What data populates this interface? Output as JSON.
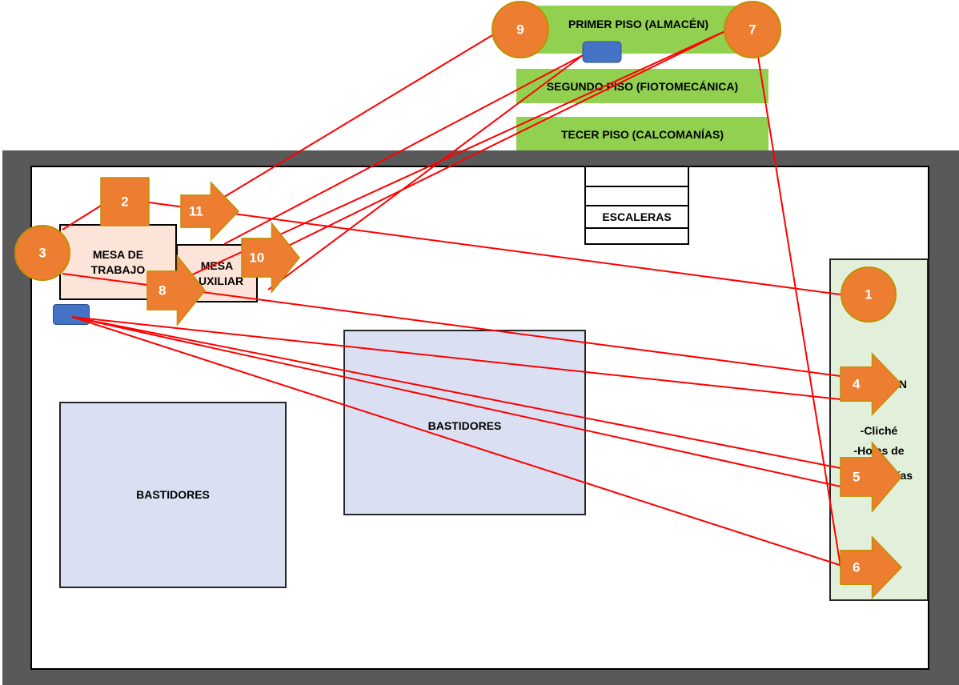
{
  "floors": {
    "primer": "PRIMER PISO (ALMACÉN)",
    "segundo": "SEGUNDO PISO (FIOTOMECÁNICA)",
    "tercer": "TECER PISO (CALCOMANÍAS)"
  },
  "stairs": {
    "label": "ESCALERAS"
  },
  "tables": {
    "trabajo": {
      "line1": "MESA DE",
      "line2": "TRABAJO"
    },
    "auxiliar": {
      "line1": "MESA",
      "line2": "AUXILIAR"
    }
  },
  "bastidores": {
    "left": "BASTIDORES",
    "center": "BASTIDORES"
  },
  "almacen": {
    "title": "ALMACÉN",
    "items": [
      "-Cliché",
      "-Hojas de",
      "calcomanías"
    ]
  },
  "markers": {
    "circles": [
      "1",
      "3",
      "7",
      "9"
    ],
    "squares": [
      "2"
    ],
    "arrows": [
      "4",
      "5",
      "6",
      "8",
      "10",
      "11"
    ]
  },
  "colors": {
    "marker": "#ed7d31",
    "marker_border": "#bf9000",
    "path": "#ff0000",
    "floor_bar": "#92d050",
    "wall": "#595959",
    "bastidores": "#dae0f2",
    "mesa": "#fde4d8",
    "almacen": "#e2efda",
    "equipment": "#4472c4"
  }
}
